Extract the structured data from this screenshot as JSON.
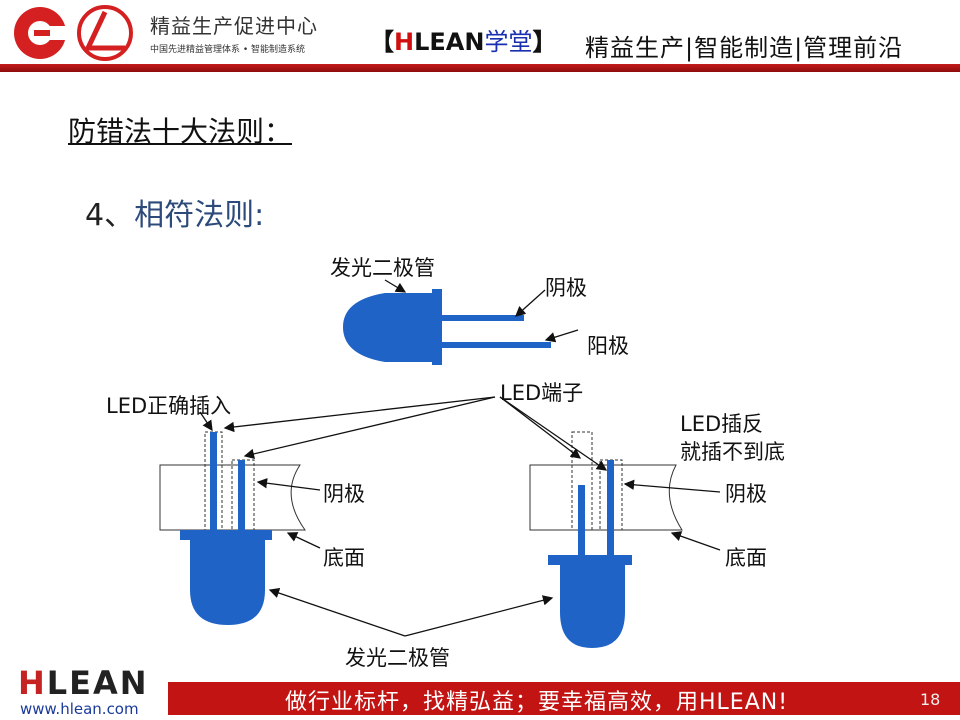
{
  "header": {
    "org_name": "精益生产促进中心",
    "org_sub": "中国先进精益管理体系 • 智能制造系统",
    "brand_open": "【",
    "brand_h": "H",
    "brand_rest": "LEAN",
    "brand_cn": "学堂",
    "brand_close": "】",
    "slogan": "精益生产|智能制造|管理前沿"
  },
  "slide": {
    "title": "防错法十大法则：",
    "subtitle_num": "4、",
    "subtitle": "相符法则:",
    "labels": {
      "led_top": "发光二极管",
      "cathode_top": "阴极",
      "anode_top": "阳极",
      "led_correct": "LED正确插入",
      "led_pins": "LED端子",
      "led_reverse_1": "LED插反",
      "led_reverse_2": "就插不到底",
      "cathode_left": "阴极",
      "bottom_left": "底面",
      "cathode_right": "阴极",
      "bottom_right": "底面",
      "led_bottom": "发光二极管"
    }
  },
  "footer": {
    "logo_h": "H",
    "logo_rest": "LEAN",
    "url": "www.hlean.com",
    "slogan": "做行业标杆，找精弘益；要幸福高效，用HLEAN!",
    "page": "18"
  },
  "colors": {
    "red": "#c31414",
    "blue": "#1f63c6"
  }
}
